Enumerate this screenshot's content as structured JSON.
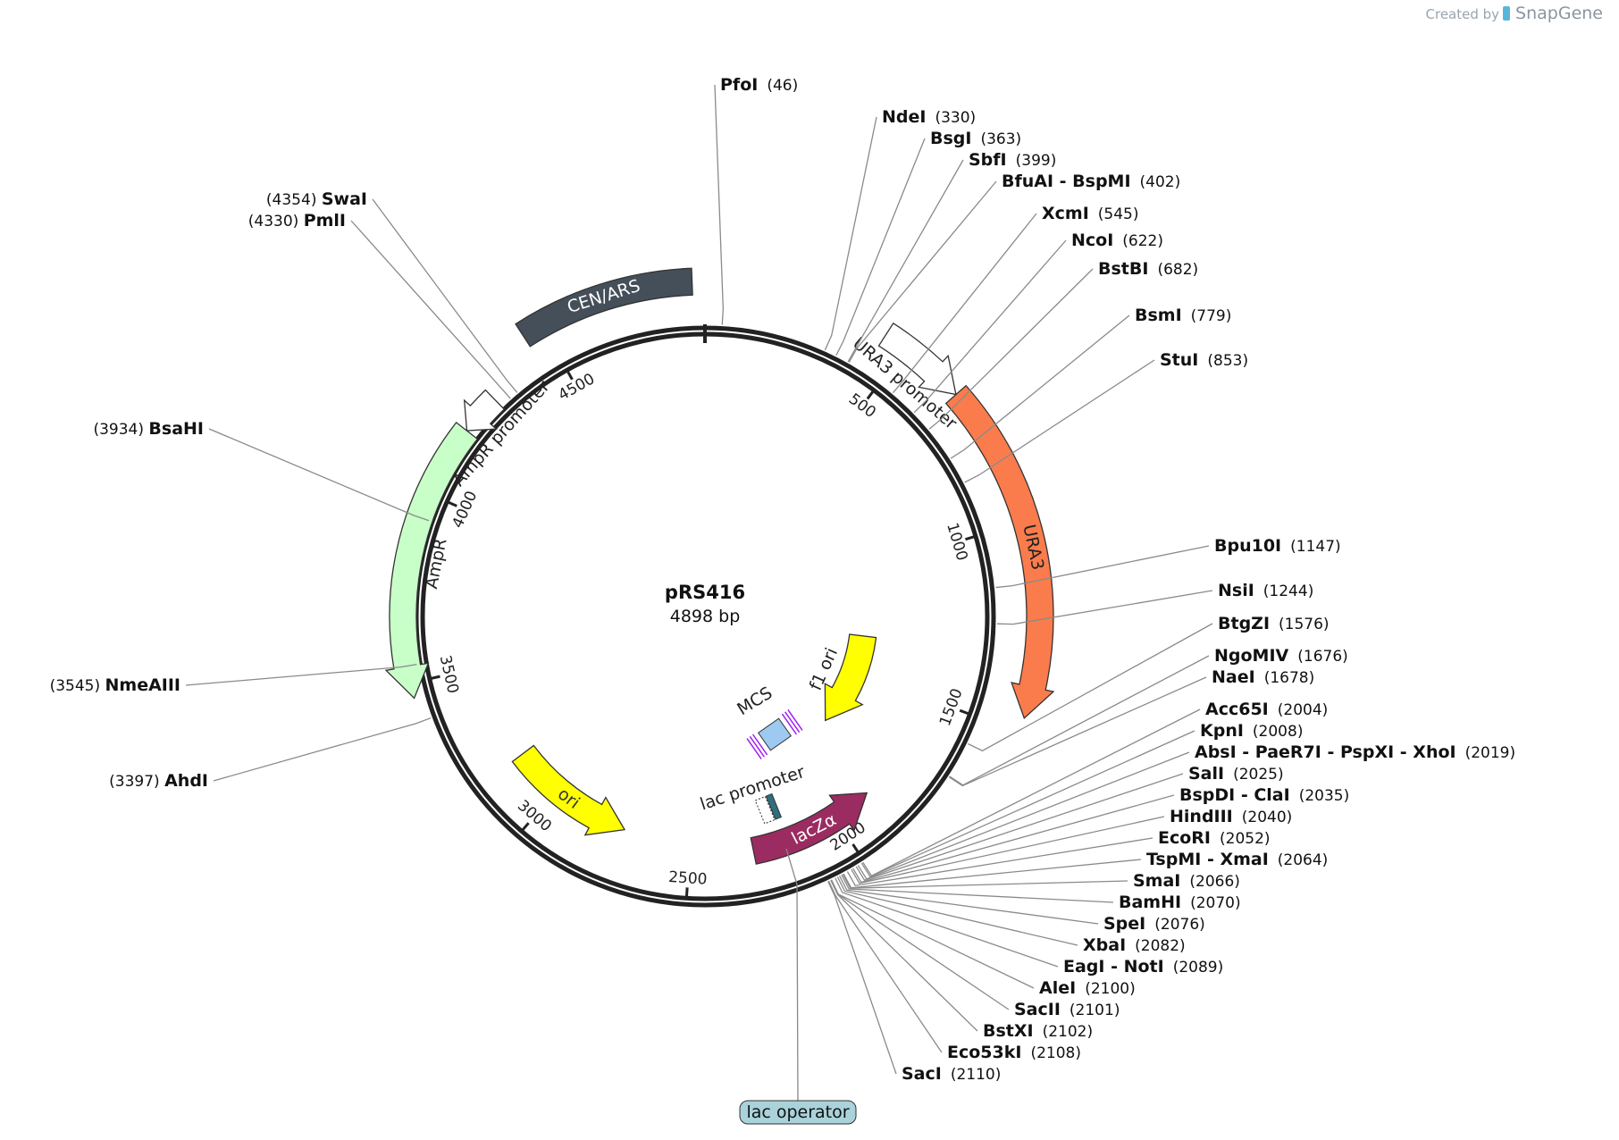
{
  "credit": {
    "created_by": "Created by",
    "brand": "SnapGene"
  },
  "plasmid": {
    "name": "pRS416",
    "length_label": "4898 bp",
    "length": 4898
  },
  "ticks": [
    {
      "pos": 500,
      "label": "500"
    },
    {
      "pos": 1000,
      "label": "1000"
    },
    {
      "pos": 1500,
      "label": "1500"
    },
    {
      "pos": 2000,
      "label": "2000"
    },
    {
      "pos": 2500,
      "label": "2500"
    },
    {
      "pos": 3000,
      "label": "3000"
    },
    {
      "pos": 3500,
      "label": "3500"
    },
    {
      "pos": 4000,
      "label": "4000"
    },
    {
      "pos": 4500,
      "label": "4500"
    }
  ],
  "features": [
    {
      "name": "CEN/ARS",
      "label_style": "inside",
      "start": 4450,
      "end": 4868,
      "strand": -1,
      "color": "#454f5a",
      "r": 375,
      "arrow": false,
      "text_color": "#ffffff"
    },
    {
      "name": "URA3 promoter",
      "label_style": "outside",
      "start": 445,
      "end": 660,
      "strand": 1,
      "color": "#ffffff",
      "r": 375,
      "arrow": true
    },
    {
      "name": "URA3",
      "label_style": "inside",
      "start": 660,
      "end": 1465,
      "strand": 1,
      "color": "#fa7c4c",
      "r": 375,
      "arrow": true,
      "text_color": "#222222"
    },
    {
      "name": "AmpR promoter",
      "label_style": "outside",
      "start": 4190,
      "end": 4298,
      "strand": -1,
      "color": "#ffffff",
      "r": 338,
      "arrow": true
    },
    {
      "name": "AmpR",
      "label_style": "outside",
      "start": 3460,
      "end": 4190,
      "strand": -1,
      "color": "#c8ffc8",
      "r": 338,
      "arrow": true
    },
    {
      "name": "ori",
      "label_style": "inside",
      "start": 2730,
      "end": 3170,
      "strand": -1,
      "color": "#ffff00",
      "r": 255,
      "arrow": true,
      "text_color": "#333333"
    },
    {
      "name": "f1 ori",
      "label_style": "outside",
      "start": 1320,
      "end": 1780,
      "strand": 1,
      "color": "#ffff00",
      "r": 178,
      "arrow": true
    },
    {
      "name": "lacZα",
      "label_style": "inside",
      "start": 1870,
      "end": 2290,
      "strand": -1,
      "color": "#9b2c61",
      "r": 268,
      "arrow": true,
      "text_color": "#ffffff"
    }
  ],
  "small_features": {
    "mcs_label": "MCS",
    "lac_promoter_label": "lac promoter",
    "lac_operator_label": "lac operator"
  },
  "sites": [
    {
      "name": "PfoI",
      "pos": 46,
      "side": "right"
    },
    {
      "name": "NdeI",
      "pos": 330,
      "side": "right"
    },
    {
      "name": "BsgI",
      "pos": 363,
      "side": "right"
    },
    {
      "name": "SbfI",
      "pos": 399,
      "side": "right"
    },
    {
      "name": "BfuAI - BspMI",
      "pos": 402,
      "side": "right"
    },
    {
      "name": "XcmI",
      "pos": 545,
      "side": "right"
    },
    {
      "name": "NcoI",
      "pos": 622,
      "side": "right"
    },
    {
      "name": "BstBI",
      "pos": 682,
      "side": "right"
    },
    {
      "name": "BsmI",
      "pos": 779,
      "side": "right"
    },
    {
      "name": "StuI",
      "pos": 853,
      "side": "right"
    },
    {
      "name": "Bpu10I",
      "pos": 1147,
      "side": "right"
    },
    {
      "name": "NsiI",
      "pos": 1244,
      "side": "right"
    },
    {
      "name": "BtgZI",
      "pos": 1576,
      "side": "right"
    },
    {
      "name": "NgoMIV",
      "pos": 1676,
      "side": "right"
    },
    {
      "name": "NaeI",
      "pos": 1678,
      "side": "right"
    },
    {
      "name": "Acc65I",
      "pos": 2004,
      "side": "right"
    },
    {
      "name": "KpnI",
      "pos": 2008,
      "side": "right"
    },
    {
      "name": "AbsI - PaeR7I - PspXI - XhoI",
      "pos": 2019,
      "side": "right"
    },
    {
      "name": "SalI",
      "pos": 2025,
      "side": "right"
    },
    {
      "name": "BspDI - ClaI",
      "pos": 2035,
      "side": "right"
    },
    {
      "name": "HindIII",
      "pos": 2040,
      "side": "right"
    },
    {
      "name": "EcoRI",
      "pos": 2052,
      "side": "right"
    },
    {
      "name": "TspMI - XmaI",
      "pos": 2064,
      "side": "right"
    },
    {
      "name": "SmaI",
      "pos": 2066,
      "side": "right"
    },
    {
      "name": "BamHI",
      "pos": 2070,
      "side": "right"
    },
    {
      "name": "SpeI",
      "pos": 2076,
      "side": "right"
    },
    {
      "name": "XbaI",
      "pos": 2082,
      "side": "right"
    },
    {
      "name": "EagI - NotI",
      "pos": 2089,
      "side": "right"
    },
    {
      "name": "AleI",
      "pos": 2100,
      "side": "right"
    },
    {
      "name": "SacII",
      "pos": 2101,
      "side": "right"
    },
    {
      "name": "BstXI",
      "pos": 2102,
      "side": "right"
    },
    {
      "name": "Eco53kI",
      "pos": 2108,
      "side": "right"
    },
    {
      "name": "SacI",
      "pos": 2110,
      "side": "right"
    },
    {
      "name": "SwaI",
      "pos": 4354,
      "side": "left"
    },
    {
      "name": "PmlI",
      "pos": 4330,
      "side": "left"
    },
    {
      "name": "BsaHI",
      "pos": 3934,
      "side": "left"
    },
    {
      "name": "NmeAIII",
      "pos": 3545,
      "side": "left"
    },
    {
      "name": "AhdI",
      "pos": 3397,
      "side": "left"
    }
  ]
}
